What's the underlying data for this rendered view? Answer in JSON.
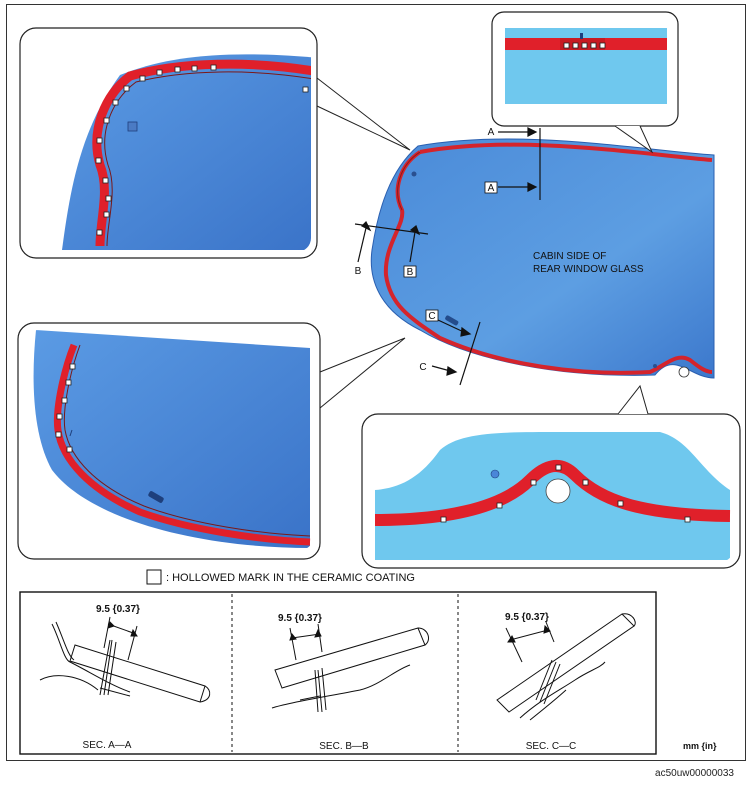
{
  "labels": {
    "a": "A",
    "b": "B",
    "c": "C",
    "cabin_line1": "CABIN SIDE OF",
    "cabin_line2": "REAR WINDOW GLASS",
    "legend_text": ": HOLLOWED MARK IN THE CERAMIC COATING",
    "dimension": "9.5 {0.37}",
    "sec_a": "SEC. A—A",
    "sec_b": "SEC. B—B",
    "sec_c": "SEC. C—C",
    "units": "mm {in}",
    "figure_id": "ac50uw00000033"
  },
  "colors": {
    "glass_dark": "#3f7fd4",
    "glass_light": "#6fc8ee",
    "ceramic_red": "#e0202a",
    "outline": "#222222"
  }
}
